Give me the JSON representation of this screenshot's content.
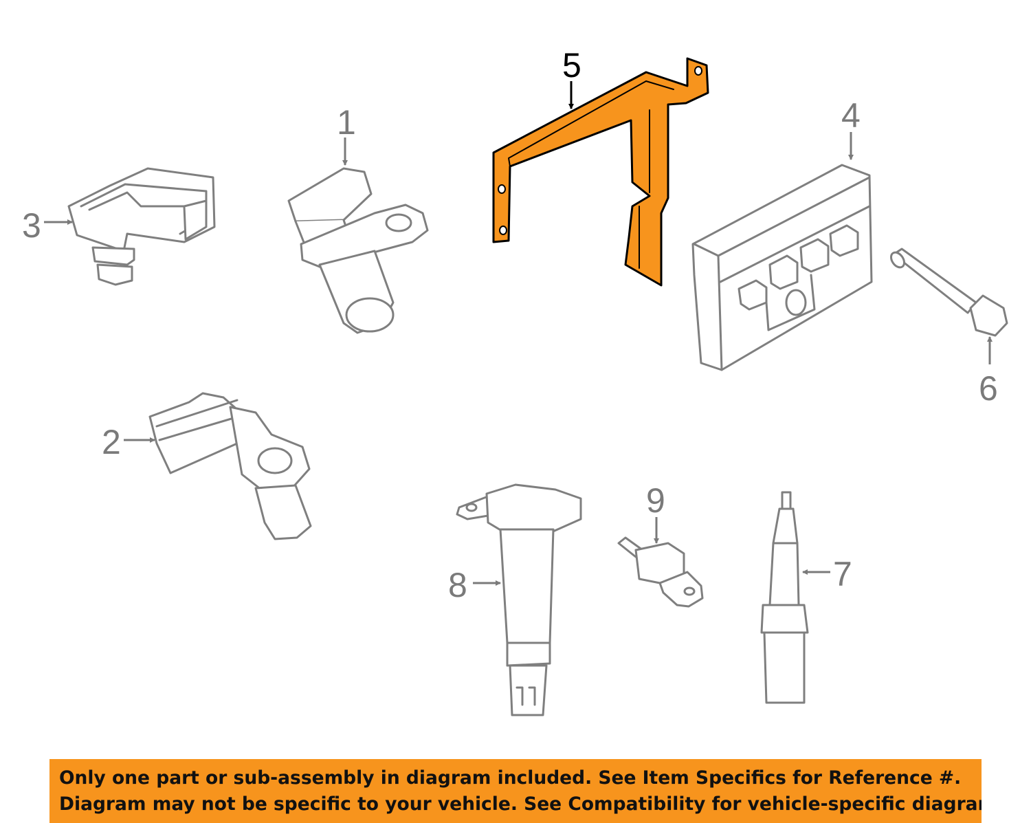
{
  "colors": {
    "highlight": "#f7941d",
    "outline": "#7f7f7f",
    "banner": "#f7941d"
  },
  "callouts": {
    "c1": "1",
    "c2": "2",
    "c3": "3",
    "c4": "4",
    "c5": "5",
    "c6": "6",
    "c7": "7",
    "c8": "8",
    "c9": "9"
  },
  "highlighted_part": "5",
  "banner": {
    "line1": "Only one part or sub-assembly in diagram included. See Item Specifics for Reference #.",
    "line2": "Diagram may not be specific to your vehicle. See Compatibility for vehicle-specific diagrams."
  }
}
